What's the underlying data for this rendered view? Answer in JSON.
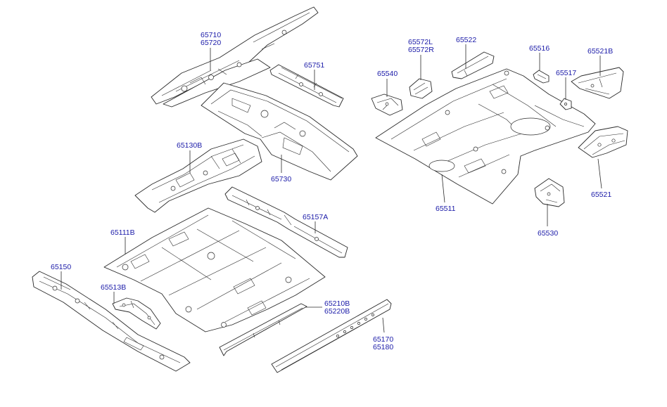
{
  "colors": {
    "label": "#1a1aa8",
    "line": "#2a2a2a",
    "background": "#ffffff"
  },
  "labels": {
    "p65710_65720": {
      "line1": "65710",
      "line2": "65720"
    },
    "p65751": "65751",
    "p65130B": "65130B",
    "p65730": "65730",
    "p65111B": "65111B",
    "p65157A": "65157A",
    "p65150": "65150",
    "p65513B": "65513B",
    "p65210B_65220B": {
      "line1": "65210B",
      "line2": "65220B"
    },
    "p65170_65180": {
      "line1": "65170",
      "line2": "65180"
    },
    "p65540": "65540",
    "p65572": {
      "line1": "65572L",
      "line2": "65572R"
    },
    "p65522": "65522",
    "p65516": "65516",
    "p65521B": "65521B",
    "p65517": "65517",
    "p65511": "65511",
    "p65521": "65521",
    "p65530": "65530"
  }
}
